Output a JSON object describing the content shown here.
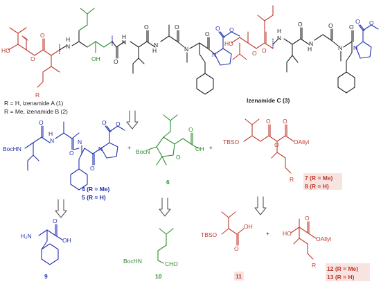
{
  "izA": {
    "ho": "HO",
    "nh1": "H",
    "n1": "N",
    "oh": "OH",
    "nh2": "H",
    "n2": "N",
    "nh3": "H",
    "n3": "N",
    "n4": "N",
    "n5": "N",
    "o_list": [
      "O",
      "O",
      "O",
      "O",
      "O",
      "O",
      "O",
      "O"
    ],
    "r": "R",
    "line1": "R = H,    izenamide A (1)",
    "line2": "R = Me,  izenamide B (2)"
  },
  "izC": {
    "ho": "HO",
    "nh1": "H",
    "n1": "N",
    "nh2": "H",
    "n2": "N",
    "n3": "N",
    "n4": "N",
    "o_list": [
      "O",
      "O",
      "O",
      "O",
      "O",
      "O",
      "O"
    ],
    "name": "Izenamide C (3)"
  },
  "c45": {
    "bochn": "BocHN",
    "nh": "H",
    "n1": "N",
    "n2": "N",
    "n3": "N",
    "o_list": [
      "O",
      "O",
      "O",
      "O",
      "O"
    ],
    "label4": "4 (R = Me)",
    "label5": "5 (R = H)"
  },
  "c6": {
    "bocn": "BocN",
    "oh": "OH",
    "o_list": [
      "O",
      "O"
    ],
    "label": "6"
  },
  "c78": {
    "tbso": "TBSO",
    "oallyl": "OAllyl",
    "r": "R",
    "o_list": [
      "O",
      "O",
      "O"
    ],
    "label7": "7 (R = Me)",
    "label8": "8 (R = H)"
  },
  "c9": {
    "h2n": "H₂N",
    "oh": "OH",
    "o": "O",
    "label": "9"
  },
  "c10": {
    "bochn": "BocHN",
    "cho": "CHO",
    "label": "10"
  },
  "c11": {
    "tbso": "TBSO",
    "oh": "OH",
    "o": "O",
    "label": "11"
  },
  "c1213": {
    "ho": "HO",
    "oallyl": "OAllyl",
    "r": "R",
    "o": "O",
    "label12": "12 (R = Me)",
    "label13": "13 (R = H)"
  },
  "plus": [
    "+",
    "+",
    "+"
  ]
}
